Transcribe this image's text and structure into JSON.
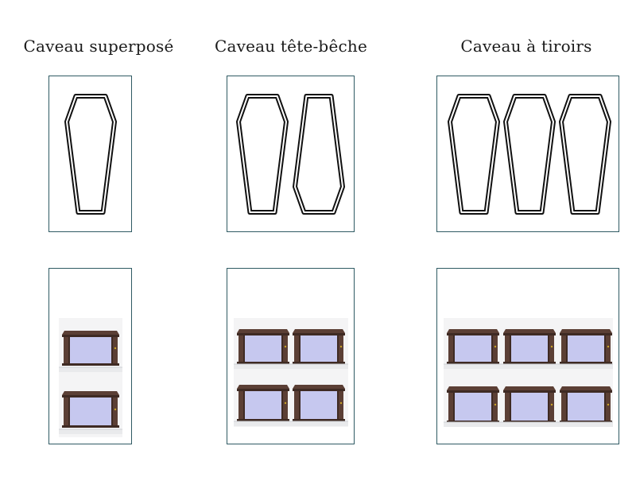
{
  "diagram": {
    "columns": [
      {
        "id": "superpose",
        "title": "Caveau superposé",
        "coffins_top_view": 1,
        "levels": 2,
        "coffins_per_level": 1
      },
      {
        "id": "tete-beche",
        "title": "Caveau tête-bêche",
        "coffins_top_view": 2,
        "levels": 2,
        "coffins_per_level": 2
      },
      {
        "id": "tiroirs",
        "title": "Caveau à tiroirs",
        "coffins_top_view": 3,
        "levels": 2,
        "coffins_per_level": 3
      }
    ],
    "colors": {
      "frame": "#2f5a63",
      "coffin_outline": "#111111",
      "coffin_wood": "#5b3f35",
      "coffin_wood_dark": "#3e2a23",
      "coffin_glass": "#c6c8ef",
      "shelf": "#e9eaec",
      "shelf_edge": "#cfd2d6",
      "handle": "#c9a227"
    },
    "icons": [
      "coffin-outline-icon",
      "coffin-3d-icon"
    ]
  }
}
